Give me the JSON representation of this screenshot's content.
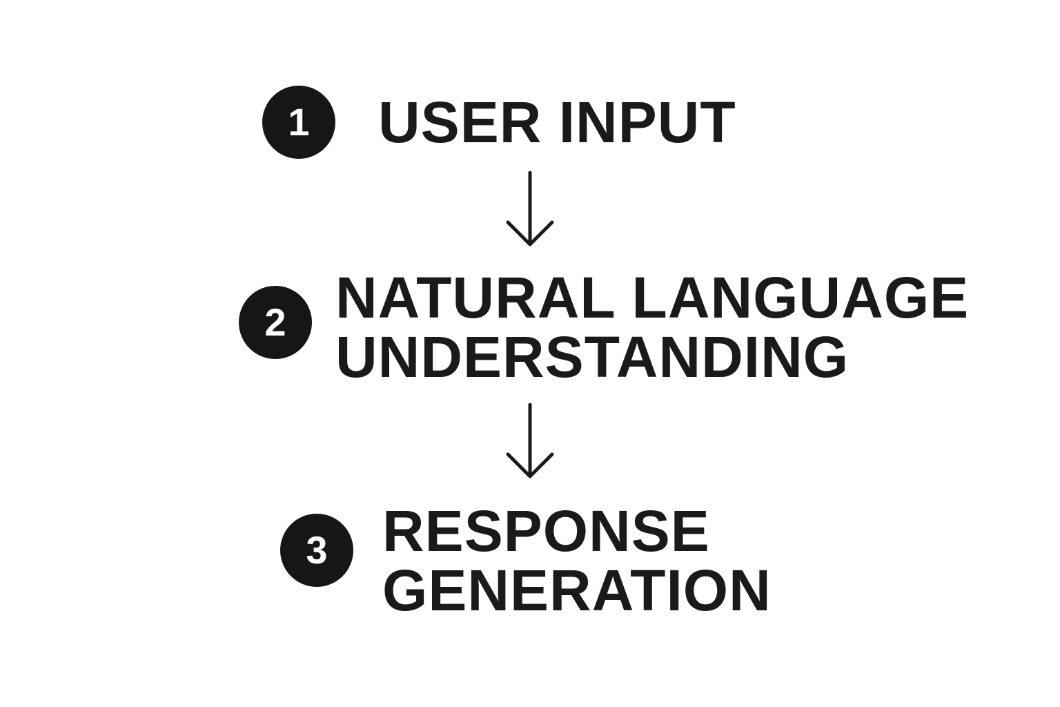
{
  "steps": [
    {
      "number": "1",
      "lines": [
        "USER INPUT"
      ]
    },
    {
      "number": "2",
      "lines": [
        "NATURAL LANGUAGE",
        "UNDERSTANDING"
      ]
    },
    {
      "number": "3",
      "lines": [
        "RESPONSE",
        "GENERATION"
      ]
    }
  ],
  "arrows": [
    {
      "icon": "arrow-down-icon"
    },
    {
      "icon": "arrow-down-icon"
    }
  ],
  "colors": {
    "badge": "#161616",
    "badge_text": "#ffffff",
    "text": "#1a1a1a",
    "background": "#ffffff"
  }
}
